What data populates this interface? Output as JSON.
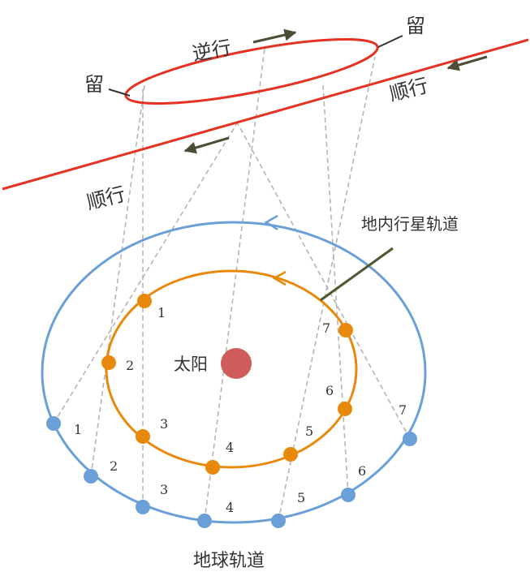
{
  "labels": {
    "retrograde": "逆行",
    "stationary_left": "留",
    "stationary_right": "留",
    "prograde_right": "顺行",
    "prograde_left": "顺行",
    "inner_orbit": "地内行星轨道",
    "sun": "太阳",
    "earth_orbit": "地球轨道"
  },
  "inner_planet_positions": [
    "1",
    "2",
    "3",
    "4",
    "5",
    "6",
    "7"
  ],
  "earth_positions": [
    "1",
    "2",
    "3",
    "4",
    "5",
    "6",
    "7"
  ],
  "colors": {
    "earth_orbit": "#6a9fd8",
    "inner_orbit": "#e8890c",
    "apparent_path": "#e53222",
    "sun": "#cf5b5b",
    "sight_lines": "#b5b5b5",
    "arrows": "#4d4d38",
    "pointer": "#4d5a2e"
  }
}
